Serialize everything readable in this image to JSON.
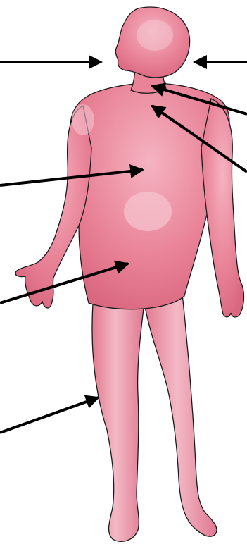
{
  "figure": {
    "subject": "human-body-figure",
    "skin_color": "#e87f93",
    "highlight_color": "#f6c9d3",
    "outline_color": "#1a1a1a",
    "arrow_color": "#000000"
  },
  "arrows": [
    {
      "name": "arrow-head-left",
      "target": "head"
    },
    {
      "name": "arrow-head-right",
      "target": "head"
    },
    {
      "name": "arrow-neck-upper",
      "target": "neck"
    },
    {
      "name": "arrow-neck-lower",
      "target": "shoulder"
    },
    {
      "name": "arrow-chest",
      "target": "chest"
    },
    {
      "name": "arrow-abdomen",
      "target": "abdomen"
    },
    {
      "name": "arrow-leg",
      "target": "leg"
    }
  ]
}
